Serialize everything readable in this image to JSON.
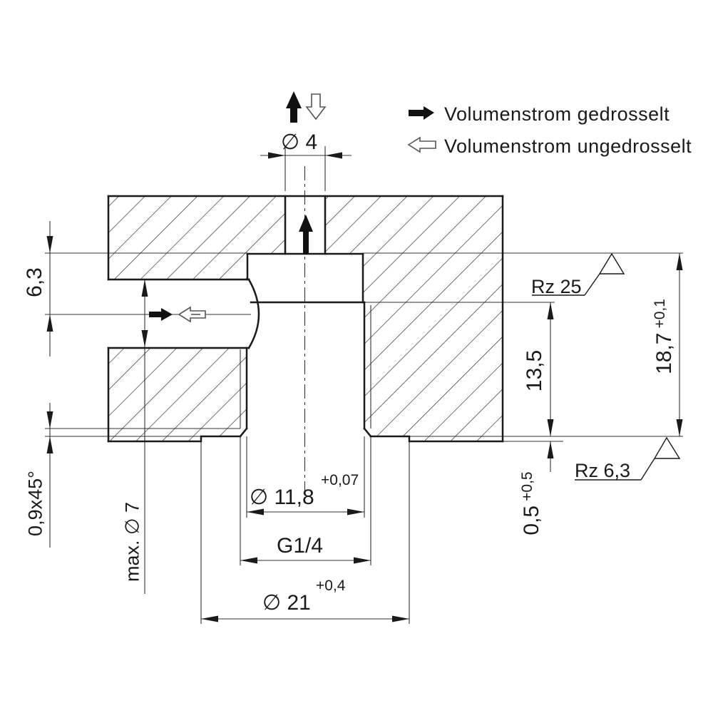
{
  "legend": {
    "throttled_label": "Volumenstrom gedrosselt",
    "unthrottled_label": "Volumenstrom ungedrosselt"
  },
  "dimensions": {
    "top_hole_diameter": "∅ 4",
    "channel_center_offset": "6,3",
    "chamfer": "0,9x45°",
    "max_side_port_diameter": "max. ∅ 7",
    "core_bore_diameter": "∅ 11,8",
    "core_bore_tolerance": "+0,07",
    "thread_size": "G1/4",
    "spotface_diameter": "∅ 21",
    "spotface_tolerance": "+0,4",
    "seat_depth": "13,5",
    "total_depth": "18,7",
    "total_depth_tolerance": "+0,1",
    "spotface_depth": "0,5",
    "spotface_depth_tolerance": "+0,5",
    "surface_finish_seat": "Rz 25",
    "surface_finish_face": "Rz  6,3"
  },
  "colors": {
    "line": "#1a1a1a",
    "background": "#ffffff"
  }
}
